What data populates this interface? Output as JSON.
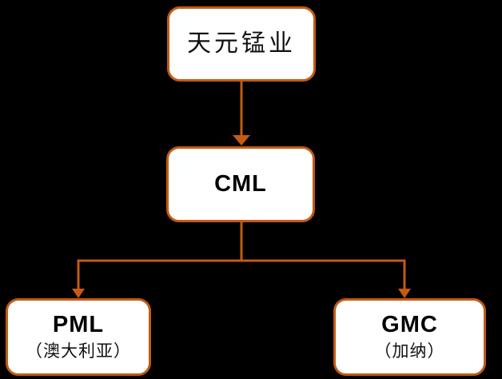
{
  "colors": {
    "accent": "#C55A11",
    "node_fill": "#FFFFFF",
    "text": "#111111",
    "background": "#000000"
  },
  "diagram": {
    "type": "org-chart",
    "nodes": {
      "parent": {
        "label": "天元锰业"
      },
      "middle": {
        "label": "CML"
      },
      "left_child": {
        "label": "PML",
        "location": "（澳大利亚）"
      },
      "right_child": {
        "label": "GMC",
        "location": "（加纳）"
      }
    },
    "edges": [
      {
        "from": "天元锰业",
        "to": "CML"
      },
      {
        "from": "CML",
        "to": "PML"
      },
      {
        "from": "CML",
        "to": "GMC"
      }
    ]
  }
}
